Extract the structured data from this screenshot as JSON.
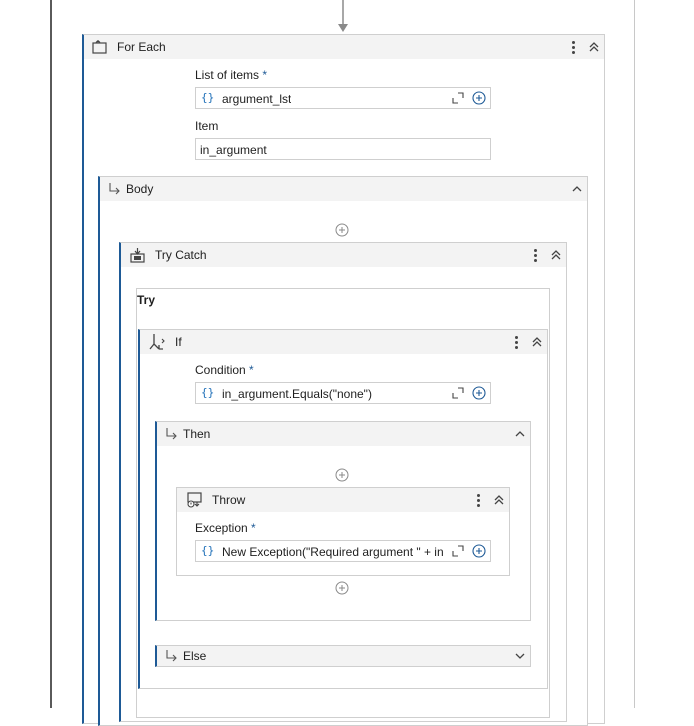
{
  "for_each": {
    "title": "For Each",
    "list_label": "List of items",
    "list_required": "*",
    "list_value": "argument_lst",
    "item_label": "Item",
    "item_value": "in_argument"
  },
  "body": {
    "title": "Body"
  },
  "try_catch": {
    "title": "Try Catch",
    "try_label": "Try"
  },
  "if_block": {
    "title": "If",
    "condition_label": "Condition",
    "condition_required": "*",
    "condition_value": "in_argument.Equals(\"none\")"
  },
  "then": {
    "title": "Then"
  },
  "throw": {
    "title": "Throw",
    "exception_label": "Exception",
    "exception_required": "*",
    "exception_value": "New Exception(\"Required argument \" + in"
  },
  "else": {
    "title": "Else"
  },
  "icons": {
    "brace": "{}",
    "for_each": "for-each-icon",
    "body": "branch-arrow-icon",
    "try_catch": "try-catch-icon",
    "if": "if-icon",
    "throw": "throw-icon"
  },
  "colors": {
    "accent": "#1e5a96",
    "brace": "#1e6fb8",
    "header_bg": "#f3f3f3"
  }
}
